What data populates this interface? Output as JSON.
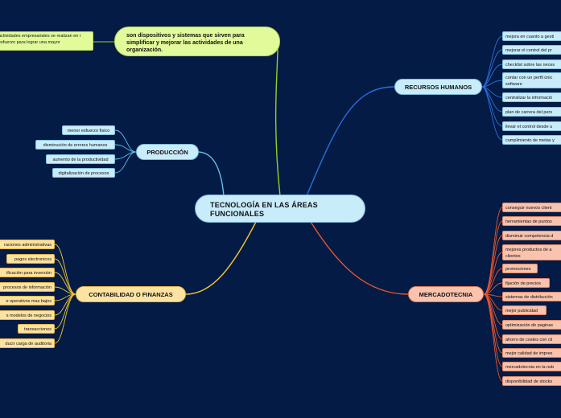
{
  "central": "TECNOLOGÍA EN LAS ÁREAS FUNCIONALES",
  "intro": {
    "text": "son dispositivos y sistemas que sirven para simplificar y mejorar las actividades de una organización.",
    "child": "actividades empresariales se realizan en r esfuerzo para lograr una mayor"
  },
  "recursos_humanos": {
    "label": "RECURSOS HUMANOS",
    "items": [
      "mejora en cuanto a gesti",
      "mejorar el control del pr",
      "checklist sobre las neces",
      "contar con un perfil únic software",
      "centralizar la informació",
      "plan de carrera del pers",
      "llevar el control desde u",
      "cumplimiento de metas y"
    ]
  },
  "produccion": {
    "label": "PRODUCCIÓN",
    "items": [
      "menor esfuerzo físico",
      "disminución de errores humanos",
      "aumento de la productividad",
      "digitalización de procesos"
    ]
  },
  "mercadotecnia": {
    "label": "MERCADOTECNIA",
    "items": [
      "conseguir nuevos client",
      "herramientas de puntos",
      "disminuir competencia d",
      "mejores productos de a clientes",
      "promociones",
      "fijación de precios",
      "sistemas de distribución",
      "mejor publicidad",
      "optimización de paginas",
      "ahorro de costes con cli",
      "mejor calidad de impres",
      "mercadotecnia en la nub",
      "disponibilidad de stocks"
    ]
  },
  "contabilidad": {
    "label": "CONTABILIDAD O FINANZAS",
    "items": [
      "raciones administrativas",
      "pagos electronicos",
      "ificación para inversión",
      "procesos de información",
      "e operativos mas bajos",
      "s modelos de negocios",
      "transacciones",
      "ducir carga de auditoria"
    ]
  },
  "colors": {
    "background": "#041b45",
    "blue_branch": "#2a8fe6",
    "production_branch": "#5fc0e8",
    "orange_branch": "#e8552e",
    "yellow_branch": "#f2c531",
    "green_branch": "#9ccc2a"
  }
}
